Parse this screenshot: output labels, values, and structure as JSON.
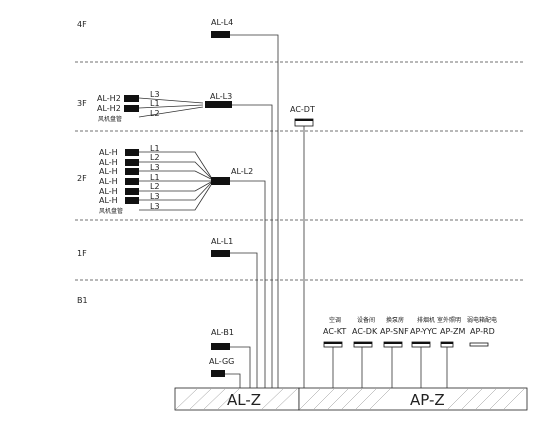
{
  "floors": [
    "4F",
    "3F",
    "2F",
    "1F",
    "B1"
  ],
  "panels": {
    "al_l4": "AL-L4",
    "al_l3": "AL-L3",
    "al_l2": "AL-L2",
    "al_l1": "AL-L1",
    "al_b1": "AL-B1",
    "al_gg": "AL-GG",
    "ac_dt": "AC-DT",
    "al_z": "AL-Z",
    "ap_z": "AP-Z"
  },
  "floor3": {
    "boxes": [
      "AL-H2",
      "AL-H2"
    ],
    "lines": [
      "L3",
      "L1",
      "L2"
    ],
    "note": "风机盘管"
  },
  "floor2": {
    "boxes": [
      "AL-H",
      "AL-H",
      "AL-H",
      "AL-H",
      "AL-H",
      "AL-H"
    ],
    "lines": [
      "L1",
      "L2",
      "L3",
      "L1",
      "L2",
      "L3",
      "L3"
    ],
    "note": "风机盘管"
  },
  "basement_equipment": [
    {
      "desc": "空调",
      "code": "AC-KT"
    },
    {
      "desc": "设备间",
      "code": "AC-DK"
    },
    {
      "desc": "换泵房",
      "code": "AP-SNF"
    },
    {
      "desc": "排烟机",
      "code": "AP-YYC"
    },
    {
      "desc": "室外照明",
      "code": "AP-ZM"
    },
    {
      "desc": "弱电箱配电",
      "code": "AP-RD"
    }
  ],
  "colors": {
    "line": "#333333",
    "fill": "#111111",
    "background": "#ffffff"
  }
}
